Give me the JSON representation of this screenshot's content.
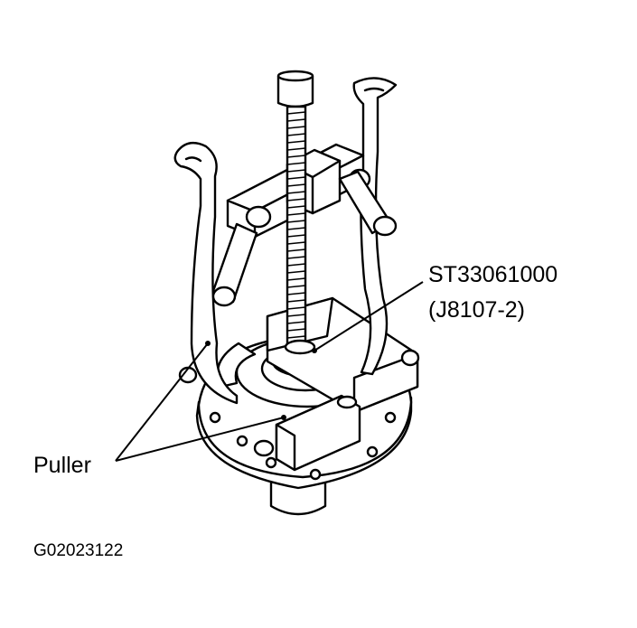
{
  "labels": {
    "part_number": "ST33061000",
    "alt_part_number": "(J8107-2)",
    "puller": "Puller",
    "figure_id": "G02023122"
  },
  "colors": {
    "line": "#000000",
    "background": "#ffffff"
  }
}
